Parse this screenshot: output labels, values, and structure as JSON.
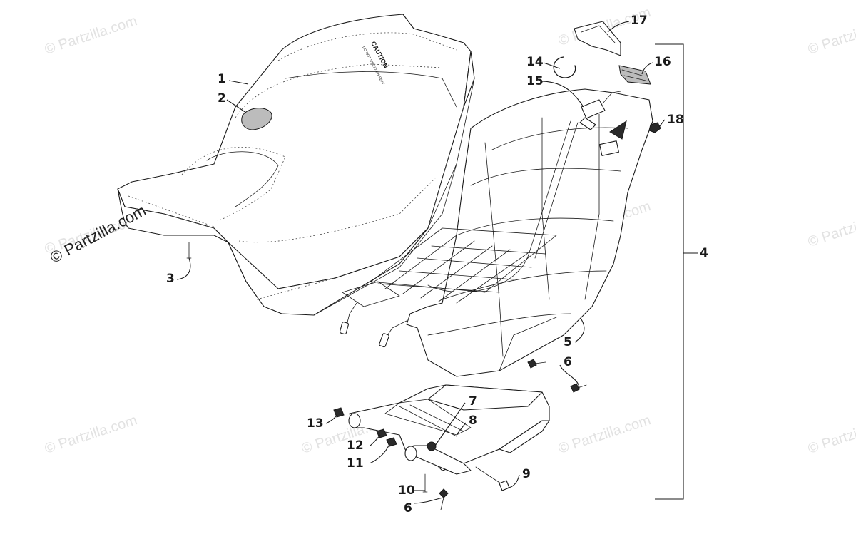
{
  "watermark": {
    "text": "© Partzilla.com",
    "primary_text": "© Partzilla.com"
  },
  "seat": {
    "decal_line1": "CAUTION",
    "decal_line2": "DO NOT STAND ON SEAT"
  },
  "callouts": {
    "c1": "1",
    "c2": "2",
    "c3": "3",
    "c4": "4",
    "c5": "5",
    "c6a": "6",
    "c6b": "6",
    "c7": "7",
    "c8": "8",
    "c9": "9",
    "c10": "10",
    "c11": "11",
    "c12": "12",
    "c13": "13",
    "c14": "14",
    "c15": "15",
    "c16": "16",
    "c17": "17",
    "c18": "18"
  },
  "colors": {
    "line": "#1a1a1a",
    "watermark": "#e2e2e2",
    "background": "#ffffff"
  }
}
